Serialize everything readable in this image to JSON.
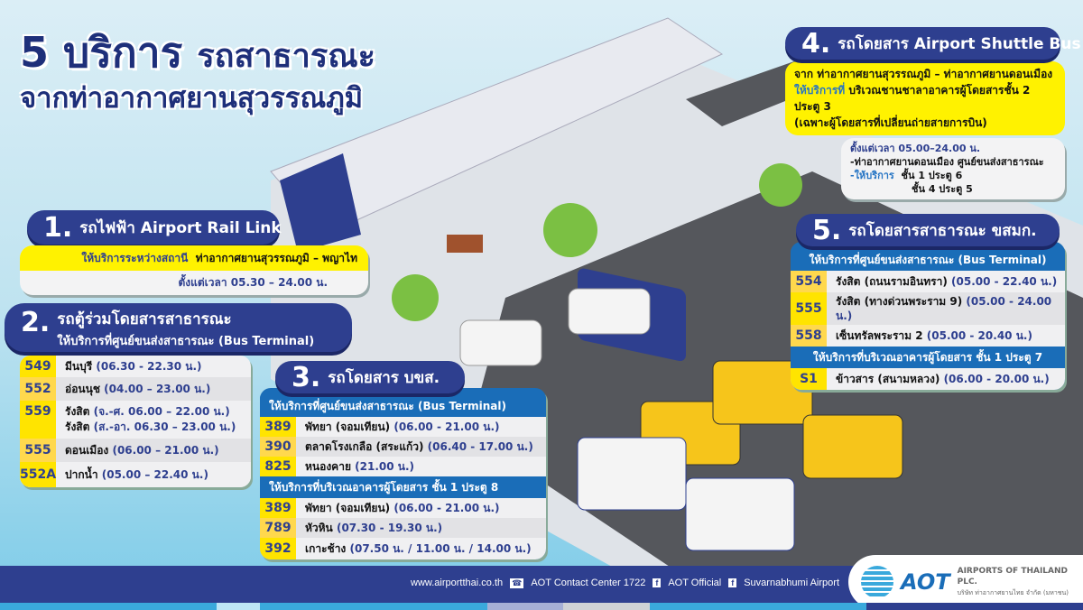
{
  "title": {
    "line1_a": "5 บริการ",
    "line1_b": "รถสาธารณะ",
    "line2": "จากท่าอากาศยานสุวรรณภูมิ"
  },
  "s1": {
    "num": "1.",
    "title": "รถไฟฟ้า Airport Rail Link",
    "label": "ให้บริการระหว่างสถานี",
    "route": "ท่าอากาศยานสุวรรณภูมิ  –  พญาไท",
    "hours": "ตั้งแต่เวลา 05.30 – 24.00 น."
  },
  "s2": {
    "num": "2.",
    "title": "รถตู้ร่วมโดยสารสาธารณะ",
    "subtitle": "ให้บริการที่ศูนย์ขนส่งสาธารณะ (Bus Terminal)",
    "rows": [
      {
        "num": "549",
        "lines": [
          {
            "place": "มีนบุรี",
            "time": "(06.30 - 22.30 น.)"
          }
        ]
      },
      {
        "num": "552",
        "lines": [
          {
            "place": "อ่อนนุช",
            "time": "(04.00 – 23.00 น.)"
          }
        ]
      },
      {
        "num": "559",
        "lines": [
          {
            "place": "รังสิต",
            "time": "(จ.-ศ. 06.00 – 22.00 น.)"
          },
          {
            "place": "รังสิต",
            "time": "(ส.-อา. 06.30 – 23.00 น.)"
          }
        ]
      },
      {
        "num": "555",
        "lines": [
          {
            "place": "ดอนเมือง",
            "time": "(06.00 – 21.00 น.)"
          }
        ]
      },
      {
        "num": "552A",
        "lines": [
          {
            "place": "ปากน้ำ",
            "time": "(05.00 – 22.40 น.)"
          }
        ]
      }
    ]
  },
  "s3": {
    "num": "3.",
    "title": "รถโดยสาร บขส.",
    "group1": {
      "header": "ให้บริการที่ศูนย์ขนส่งสาธารณะ (Bus Terminal)",
      "rows": [
        {
          "num": "389",
          "place": "พัทยา (จอมเทียน)",
          "time": "(06.00 - 21.00 น.)"
        },
        {
          "num": "390",
          "place": "ตลาดโรงเกลือ (สระแก้ว)",
          "time": "(06.40 - 17.00 น.)"
        },
        {
          "num": "825",
          "place": "หนองคาย",
          "time": "(21.00 น.)"
        }
      ]
    },
    "group2": {
      "header": "ให้บริการที่บริเวณอาคารผู้โดยสาร ชั้น 1 ประตู 8",
      "rows": [
        {
          "num": "389",
          "place": "พัทยา (จอมเทียน)",
          "time": "(06.00 - 21.00 น.)"
        },
        {
          "num": "789",
          "place": "หัวหิน",
          "time": "(07.30 - 19.30 น.)"
        },
        {
          "num": "392",
          "place": "เกาะช้าง",
          "time": "(07.50 น. / 11.00 น. / 14.00 น.)"
        }
      ]
    }
  },
  "s4": {
    "num": "4.",
    "title": "รถโดยสาร Airport Shuttle Bus",
    "from_label": "จาก",
    "from": "ท่าอากาศยานสุวรรณภูมิ – ท่าอากาศยานดอนเมือง",
    "svc_label": "ให้บริการที่",
    "svc": "บริเวณชานชาลาอาคารผู้โดยสารชั้น 2 ประตู 3",
    "note": "(เฉพาะผู้โดยสารที่เปลี่ยนถ่ายสายการบิน)",
    "hours": "ตั้งแต่เวลา 05.00–24.00 น.",
    "dmk": "-ท่าอากาศยานดอนเมือง ศูนย์ขนส่งสาธารณะ",
    "dmk_label": "-ให้บริการ",
    "dmk_floor1": "ชั้น 1 ประตู 6",
    "dmk_floor2": "ชั้น 4 ประตู 5"
  },
  "s5": {
    "num": "5.",
    "title": "รถโดยสารสาธารณะ ขสมก.",
    "group1": {
      "header": "ให้บริการที่ศูนย์ขนส่งสาธารณะ (Bus Terminal)",
      "rows": [
        {
          "num": "554",
          "place": "รังสิต (ถนนรามอินทรา)",
          "time": "(05.00 - 22.40 น.)"
        },
        {
          "num": "555",
          "place": "รังสิต (ทางด่วนพระราม 9)",
          "time": "(05.00 - 24.00 น.)"
        },
        {
          "num": "558",
          "place": "เซ็นทรัลพระราม 2",
          "time": "(05.00 - 20.40 น.)"
        }
      ]
    },
    "group2": {
      "header": "ให้บริการที่บริเวณอาคารผู้โดยสาร ชั้น 1 ประตู 7",
      "rows": [
        {
          "num": "S1",
          "place": "ข้าวสาร (สนามหลวง)",
          "time": "(06.00 - 20.00 น.)"
        }
      ]
    }
  },
  "footer": {
    "website": "www.airportthai.co.th",
    "contact": "AOT Contact Center 1722",
    "fb1": "AOT Official",
    "fb2": "Suvarnabhumi Airport",
    "logo_text": "AOT",
    "company_en": "AIRPORTS OF THAILAND PLC.",
    "company_th": "บริษัท ท่าอากาศยานไทย จำกัด (มหาชน)"
  },
  "colors": {
    "navy": "#2e3f8f",
    "yellow": "#fff200",
    "blue": "#1a6db8"
  }
}
